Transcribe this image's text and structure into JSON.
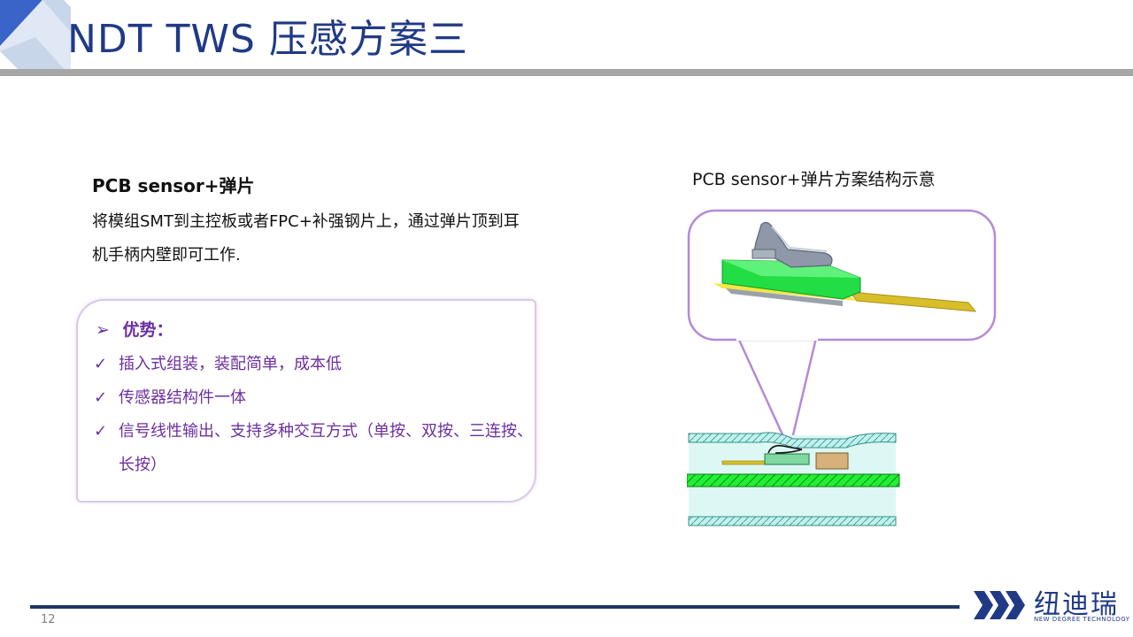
{
  "header": {
    "title": "NDT TWS 压感方案三"
  },
  "left": {
    "section_title": "PCB sensor+弹片",
    "description": "将模组SMT到主控板或者FPC+补强钢片上，通过弹片顶到耳机手柄内壁即可工作."
  },
  "advantages": {
    "heading": "优势：",
    "heading_marker": "➢",
    "check_marker": "✓",
    "items": [
      "插入式组装，装配简单，成本低",
      "传感器结构件一体",
      "信号线性输出、支持多种交互方式（单按、双按、三连按、长按）"
    ]
  },
  "diagram": {
    "caption": "PCB sensor+弹片方案结构示意"
  },
  "footer": {
    "page_number": "12",
    "logo_cn": "纽迪瑞",
    "logo_en": "NEW DEGREE TECHNOLOGY"
  },
  "colors": {
    "title_blue": "#203a86",
    "accent_purple": "#6b2fa0",
    "footer_navy": "#1f3864",
    "pcb_green": "#22dd44",
    "fpc_gold": "#d8bf2a"
  }
}
